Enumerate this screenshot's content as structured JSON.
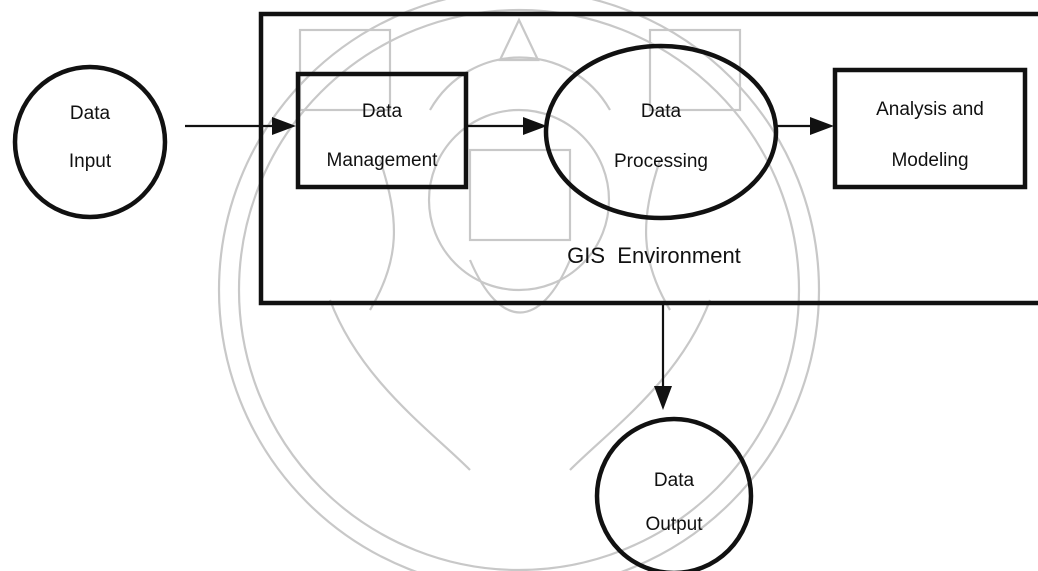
{
  "diagram": {
    "nodes": {
      "data_input": {
        "line1": "Data",
        "line2": "Input"
      },
      "data_management": {
        "line1": "Data",
        "line2": "Management"
      },
      "data_processing": {
        "line1": "Data",
        "line2": "Processing"
      },
      "analysis_modeling": {
        "line1": "Analysis and",
        "line2": "Modeling"
      },
      "data_output": {
        "line1": "Data",
        "line2": "Output"
      }
    },
    "container_label": "GIS  Environment",
    "edges": [
      {
        "from": "data_input",
        "to": "data_management"
      },
      {
        "from": "data_management",
        "to": "data_processing"
      },
      {
        "from": "data_processing",
        "to": "analysis_modeling"
      },
      {
        "from": "gis_environment",
        "to": "data_output"
      }
    ]
  },
  "colors": {
    "stroke": "#111111",
    "background": "#ffffff",
    "watermark": "#c8c8c8"
  }
}
